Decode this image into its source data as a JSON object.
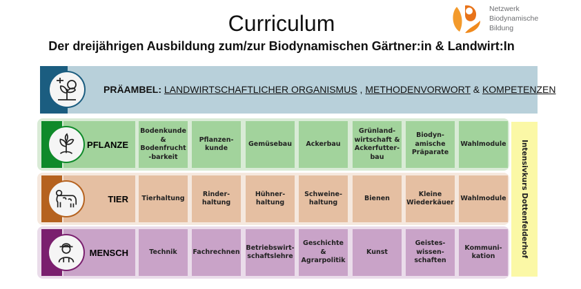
{
  "title": "Curriculum",
  "subtitle": "Der dreijährigen Ausbildung zum/zur Biodynamischen Gärtner:in & Landwirt:In",
  "logo": {
    "lines": [
      "Netzwerk",
      "Biodynamische",
      "Bildung"
    ],
    "color": "#f08a1d"
  },
  "preamble": {
    "prefix": "PRÄAMBEL:",
    "links": [
      "LANDWIRTSCHAFTLICHER ORGANISMUS",
      "METHODENVORWORT",
      "KOMPETENZEN"
    ],
    "sep1": " , ",
    "sep2": " & ",
    "icon": "plant-tools-icon"
  },
  "rows": [
    {
      "label": "PFLANZE",
      "icon": "seedling-icon",
      "colors": {
        "strip": "#0f8a2a",
        "bg": "#d9ebd6",
        "cell": "#a2d39c"
      },
      "cells": [
        "Bodenkunde\n&\nBodenfrucht\n-barkeit",
        "Pflanzen-\nkunde",
        "Gemüsebau",
        "Ackerbau",
        "Grünland-\nwirtschaft &\nAckerfutter-\nbau",
        "Biodyn-\namische\nPräparate",
        "Wahlmodule"
      ]
    },
    {
      "label": "TIER",
      "icon": "cow-icon",
      "colors": {
        "strip": "#b5621f",
        "bg": "#f5e8de",
        "cell": "#e5bfa2"
      },
      "cells": [
        "Tierhaltung",
        "Rinder-\nhaltung",
        "Hühner-\nhaltung",
        "Schweine-\nhaltung",
        "Bienen",
        "Kleine\nWiederkäuer",
        "Wahlmodule"
      ]
    },
    {
      "label": "MENSCH",
      "icon": "farmer-icon",
      "colors": {
        "strip": "#7a1f6e",
        "bg": "#eadcea",
        "cell": "#c9a3c8"
      },
      "cells": [
        "Technik",
        "Fachrechnen",
        "Betriebswirt-\nschaftslehre",
        "Geschichte\n&\nAgrarpolitik",
        "Kunst",
        "Geistes-\nwissen-\nschaften",
        "Kommuni-\nkation"
      ]
    }
  ],
  "side_label": "Intensivkurs Dottenfelderhof"
}
